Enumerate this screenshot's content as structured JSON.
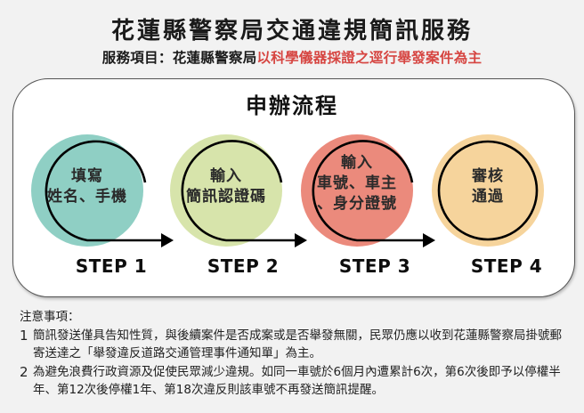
{
  "header": {
    "title": "花蓮縣警察局交通違規簡訊服務",
    "subtitle_prefix": "服務項目：花蓮縣警察局",
    "subtitle_highlight": "以科學儀器採證之逕行舉發案件為主"
  },
  "flow": {
    "title": "申辦流程",
    "steps": [
      {
        "label": "STEP 1",
        "lines": [
          "填寫",
          "姓名、手機"
        ],
        "color": "#8fcfc4"
      },
      {
        "label": "STEP 2",
        "lines": [
          "輸入",
          "簡訊認證碼"
        ],
        "color": "#d7e4ab"
      },
      {
        "label": "STEP 3",
        "lines": [
          "輸入",
          "車號、車主",
          "、身分證號"
        ],
        "color": "#eb8a7c"
      },
      {
        "label": "STEP 4",
        "lines": [
          "審核",
          "通過"
        ],
        "color": "#f6d49c"
      }
    ]
  },
  "notes": {
    "heading": "注意事項：",
    "items": [
      {
        "num": "1",
        "text": "簡訊發送僅具告知性質，與後續案件是否成案或是否舉發無關，民眾仍應以收到花蓮縣警察局掛號郵寄送達之「舉發違反道路交通管理事件通知單」為主。"
      },
      {
        "num": "2",
        "text": "為避免浪費行政資源及促使民眾減少違規。如同一車號於6個月內遭累計6次，第6次後即予以停權半年、第12次後停權1年、第18次違反則該車號不再發送簡訊提醒。"
      }
    ]
  },
  "colors": {
    "accent_red": "#d64541",
    "background": "#f2f2f2",
    "panel": "#ffffff"
  }
}
